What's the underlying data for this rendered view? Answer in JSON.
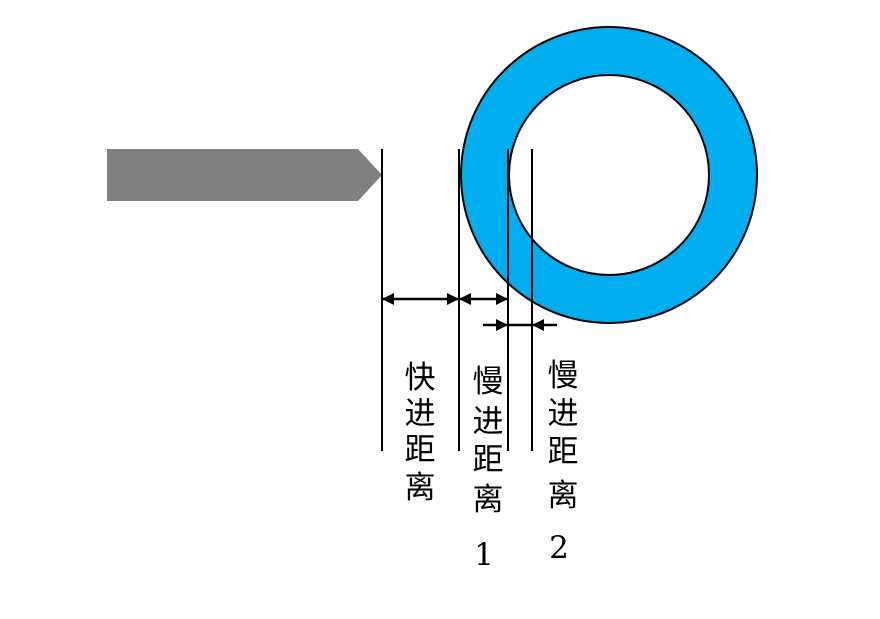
{
  "colors": {
    "tool": "#808080",
    "ring_fill": "#00AEEF",
    "ring_hole": "#ffffff",
    "line": "#000000"
  },
  "labels": {
    "fast_distance": [
      "快",
      "进",
      "距",
      "离"
    ],
    "slow_distance_1": [
      "慢",
      "进",
      "距",
      "离",
      "1"
    ],
    "slow_distance_2": [
      "慢",
      "进",
      "距",
      "离",
      "2"
    ]
  }
}
